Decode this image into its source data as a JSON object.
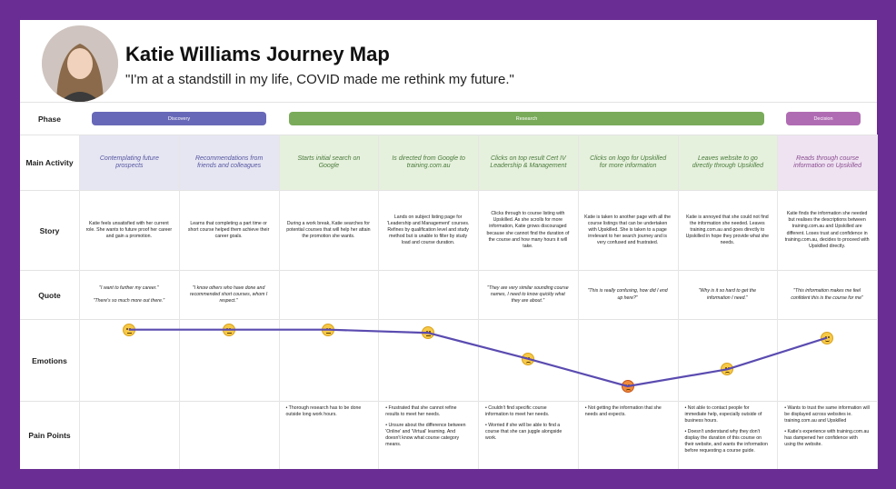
{
  "header": {
    "title": "Katie Williams Journey Map",
    "subtitle": "\"I'm at a standstill in my life, COVID made me rethink my future.\""
  },
  "rows": {
    "phase": "Phase",
    "activity": "Main Activity",
    "story": "Story",
    "quote": "Quote",
    "emotions": "Emotions",
    "pain": "Pain Points"
  },
  "phases": [
    {
      "label": "Discovery",
      "color": "#6868b8"
    },
    {
      "label": "Research",
      "color": "#7aab5a"
    },
    {
      "label": "Decision",
      "color": "#b06cb3"
    }
  ],
  "columns": [
    {
      "activity": "Contemplating future prospects",
      "activity_color": "#e6e6f3",
      "story": "Katie feels unsatisfied with her current role. She wants to future proof her career and gain a promotion.",
      "quote": [
        "\"I want to further my career.\"",
        "\"There's so much more out there.\""
      ],
      "emotion": "thinking",
      "pain": []
    },
    {
      "activity": "Recommendations from friends and colleagues",
      "activity_color": "#e6e6f3",
      "story": "Learns that completing a part time or short course helped them achieve their career goals.",
      "quote": [
        "\"I know others who have done and recommended short courses, whom I respect.\""
      ],
      "emotion": "neutral",
      "pain": []
    },
    {
      "activity": "Starts initial search on Google",
      "activity_color": "#e6f1dd",
      "story": "During a work break, Katie searches for potential courses that will help her attain the promotion she wants.",
      "quote": [],
      "emotion": "thinking",
      "pain": [
        "• Thorough research has to be done outside long work hours."
      ]
    },
    {
      "activity": "Is directed from Google to training.com.au",
      "activity_color": "#e6f1dd",
      "story": "Lands on subject listing page for 'Leadership and Management' courses. Refines by qualification level and study method but is unable to filter by study load and course duration.",
      "quote": [],
      "emotion": "neutral",
      "pain": [
        "• Frustrated that she cannot refine results to meet her needs.",
        "• Unsure about the difference between 'Online' and 'Virtual' learning. And doesn't know what course category means."
      ]
    },
    {
      "activity": "Clicks on top result Cert IV Leadership & Management",
      "activity_color": "#e6f1dd",
      "story": "Clicks through to course listing with Upskilled. As she scrolls for more information, Katie grows discouraged because she cannot find the duration of the course and how many hours it will take.",
      "quote": [
        "\"They are very similar sounding course names, I need to know quickly what they are about.\""
      ],
      "emotion": "frown",
      "pain": [
        "• Couldn't find specific course information to meet her needs.",
        "• Worried if she will be able to find a course that she can juggle alongside work."
      ]
    },
    {
      "activity": "Clicks on logo for Upskilled for more information",
      "activity_color": "#e6f1dd",
      "story": "Katie is taken to another page with all the course listings that can be undertaken with Upskilled. She is taken to a page irrelevant to her search journey and is very confused and frustrated.",
      "quote": [
        "\"This is really confusing, how did I end up here?\""
      ],
      "emotion": "angry",
      "pain": [
        "• Not getting the information that she needs and expects."
      ]
    },
    {
      "activity": "Leaves website to go directly through Upskilled",
      "activity_color": "#e6f1dd",
      "story": "Katie is annoyed that she could not find the information she needed. Leaves training.com.au and goes directly to Upskilled in hope they provide what she needs.",
      "quote": [
        "\"Why is it so hard to get the information I need.\""
      ],
      "emotion": "worried",
      "pain": [
        "• Not able to contact people for immediate help, especially outside of business hours.",
        "• Doesn't understand why they don't display the duration of this course on their website, and wants the information before requesting a course guide."
      ]
    },
    {
      "activity": "Reads through course information on Upskilled",
      "activity_color": "#efe3f2",
      "story": "Katie finds the information she needed but realises the descriptions between training.com.au and Upskilled are different. Loses trust and confidence in training.com.au, decides to proceed with Upskilled directly.",
      "quote": [
        "\"This information makes me feel confident this is the course for me\""
      ],
      "emotion": "smile",
      "pain": [
        "• Wants to trust the same information will be displayed across websites ie. training.com.au and Upskilled",
        "• Katie's experience with training.com.au has dampened her confidence with using the website."
      ]
    }
  ],
  "emotion_levels": [
    0.88,
    0.88,
    0.88,
    0.84,
    0.52,
    0.18,
    0.39,
    0.78
  ],
  "colors": {
    "line": "#5a4bb0",
    "background": "#6a2d93"
  }
}
